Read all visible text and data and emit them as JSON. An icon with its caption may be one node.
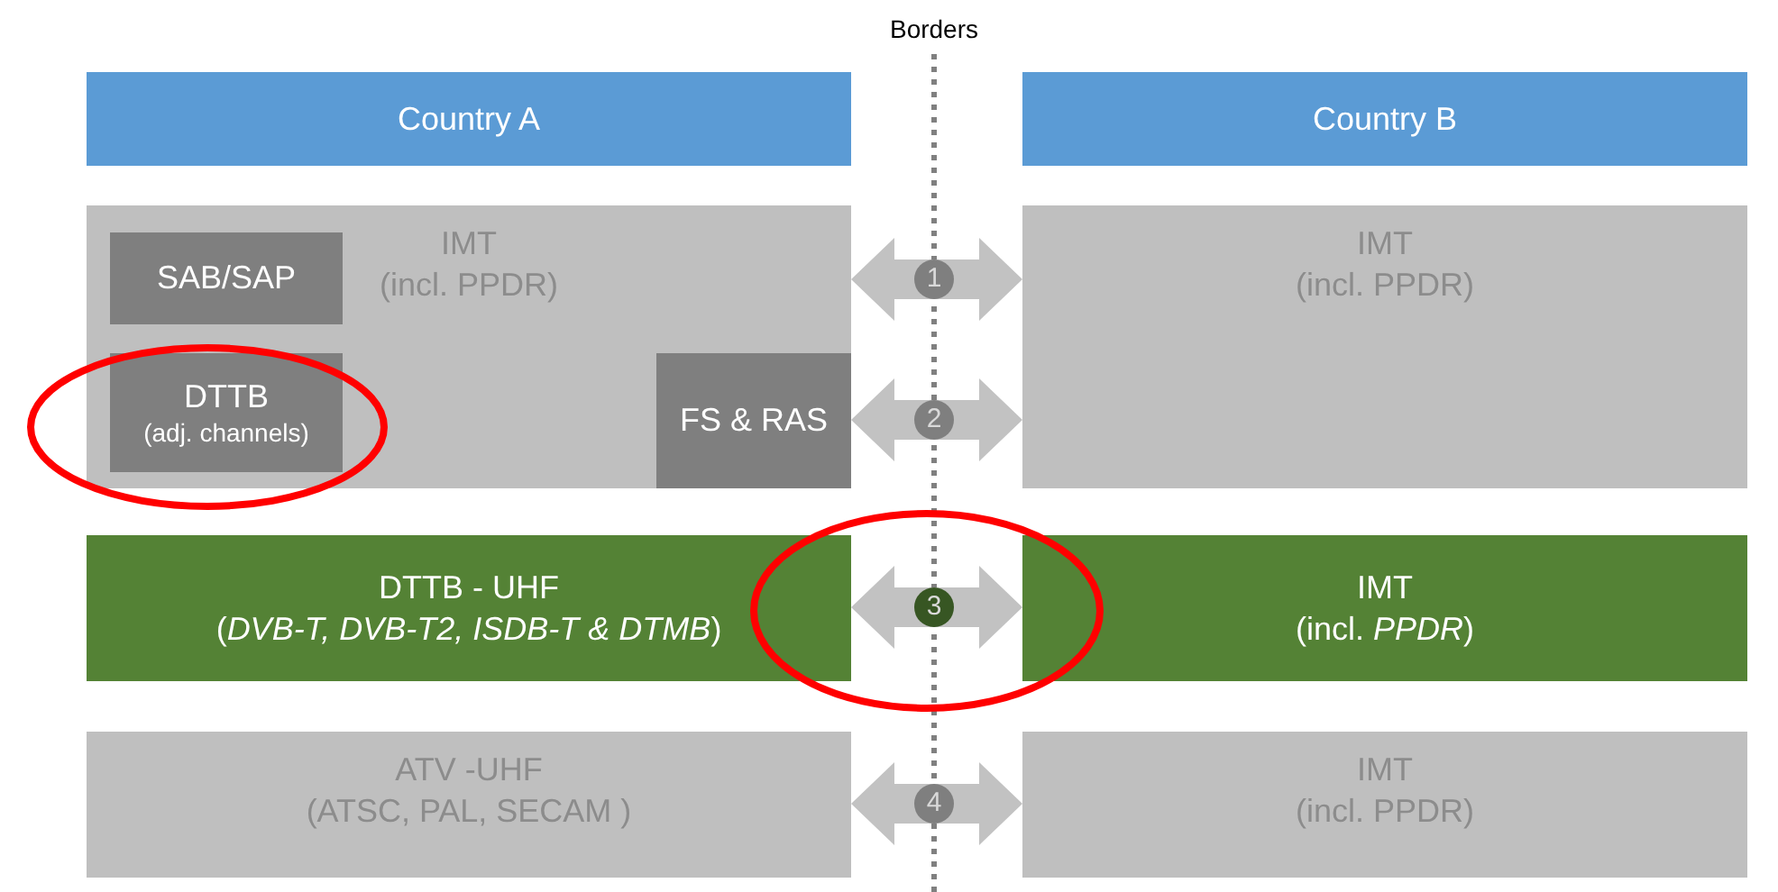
{
  "diagram": {
    "nodes": [
      {
        "text": [
          "Country A"
        ]
      },
      {
        "text": [
          "Country B"
        ]
      },
      {
        "text": [
          "IMT",
          "(incl. PPDR)"
        ]
      },
      {
        "text": [
          "SAB/SAP"
        ],
        "in": 2
      },
      {
        "text": [
          "DTTB",
          "(adj. channels)"
        ],
        "in": 2
      },
      {
        "text": [
          "FS & RAS"
        ],
        "in": 2
      },
      {
        "text": [
          "IMT",
          "(incl. PPDR)"
        ]
      },
      {
        "text": [
          "DTTB - UHF",
          "(*DVB-T, DVB-T2, ISDB-T & DTMB*)"
        ]
      },
      {
        "text": [
          "IMT",
          "(incl. *PPDR*)"
        ]
      },
      {
        "text": [
          "ATV -UHF",
          "(ATSC, PAL, SECAM )"
        ]
      },
      {
        "text": [
          "IMT",
          "(incl. PPDR)"
        ]
      }
    ],
    "edges": [
      {
        "from": 2,
        "to": 6,
        "arrow": "both",
        "label": "1"
      },
      {
        "from": 5,
        "to": 6,
        "arrow": "both",
        "label": "2"
      },
      {
        "from": 7,
        "to": 8,
        "arrow": "both",
        "label": "3"
      },
      {
        "from": 9,
        "to": 10,
        "arrow": "both",
        "label": "4"
      }
    ],
    "labels": [
      "Borders"
    ]
  }
}
